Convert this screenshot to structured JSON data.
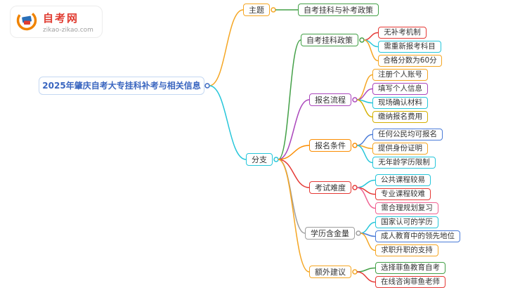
{
  "logo": {
    "title": "自考网",
    "domain": "zikao-zikao.com"
  },
  "mindmap": {
    "root": {
      "label": "2025年肇庆自考大专挂科补考与相关信息",
      "color": "#3a66c0"
    },
    "theme": {
      "label": "主题",
      "color": "#f5a623"
    },
    "theme_value": {
      "label": "自考挂科与补考政策",
      "color": "#43a047"
    },
    "branch": {
      "label": "分支",
      "color": "#26c6da"
    },
    "branches": [
      {
        "label": "自考挂科政策",
        "color": "#43a047",
        "children": [
          {
            "label": "无补考机制",
            "color": "#e53935"
          },
          {
            "label": "需重新报考科目",
            "color": "#26c6da"
          },
          {
            "label": "合格分数为60分",
            "color": "#f5a623"
          }
        ]
      },
      {
        "label": "报名流程",
        "color": "#ab47bc",
        "children": [
          {
            "label": "注册个人账号",
            "color": "#f5a623"
          },
          {
            "label": "填写个人信息",
            "color": "#ab47bc"
          },
          {
            "label": "现场确认材料",
            "color": "#26c6da"
          },
          {
            "label": "缴纳报名费用",
            "color": "#d4b000"
          }
        ]
      },
      {
        "label": "报名条件",
        "color": "#fb8c00",
        "children": [
          {
            "label": "任何公民均可报名",
            "color": "#4a7bd8"
          },
          {
            "label": "提供身份证明",
            "color": "#f5a623"
          },
          {
            "label": "无年龄学历限制",
            "color": "#26c6da"
          }
        ]
      },
      {
        "label": "考试难度",
        "color": "#e53935",
        "children": [
          {
            "label": "公共课程较易",
            "color": "#26c6da"
          },
          {
            "label": "专业课程较难",
            "color": "#e53935"
          },
          {
            "label": "需合理规划复习",
            "color": "#f06292"
          }
        ]
      },
      {
        "label": "学历含金量",
        "color": "#9e9e9e",
        "children": [
          {
            "label": "国家认可的学历",
            "color": "#26c6da"
          },
          {
            "label": "成人教育中的领先地位",
            "color": "#4a7bd8"
          },
          {
            "label": "求职升职的支持",
            "color": "#f5a623"
          }
        ]
      },
      {
        "label": "额外建议",
        "color": "#f5a623",
        "children": [
          {
            "label": "选择菲鱼教育自考",
            "color": "#43a047"
          },
          {
            "label": "在线咨询菲鱼老师",
            "color": "#e53935"
          }
        ]
      }
    ]
  }
}
